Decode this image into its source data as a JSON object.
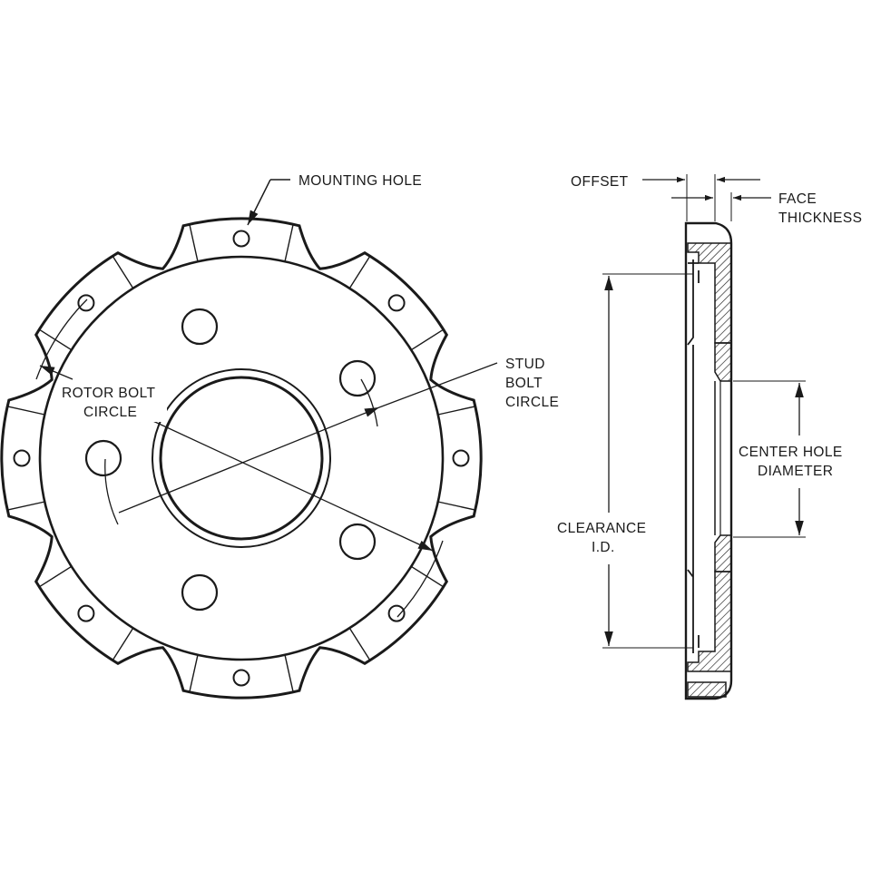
{
  "labels": {
    "mounting_hole": "MOUNTING HOLE",
    "offset": "OFFSET",
    "face_thickness": [
      "FACE",
      "THICKNESS"
    ],
    "stud_bolt_circle": [
      "STUD",
      "BOLT",
      "CIRCLE"
    ],
    "rotor_bolt_circle": [
      "ROTOR BOLT",
      "CIRCLE"
    ],
    "center_hole_diameter": [
      "CENTER HOLE",
      "DIAMETER"
    ],
    "clearance_id": [
      "CLEARANCE",
      "I.D."
    ]
  },
  "colors": {
    "line": "#1a1a1a",
    "background": "#ffffff"
  }
}
